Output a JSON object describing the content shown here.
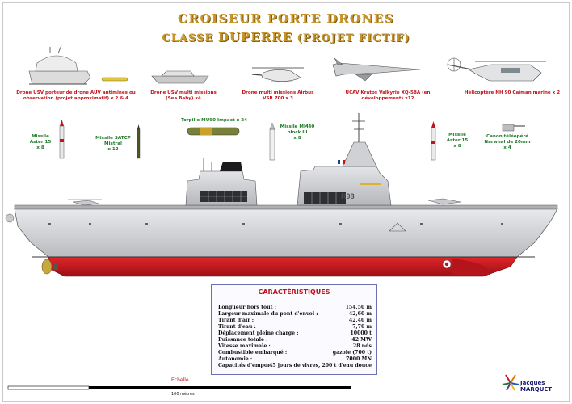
{
  "title": {
    "line1": "Croiseur porte drones",
    "line2_prefix": "classe ",
    "line2_name": "DUPERRE",
    "line2_suffix": " (projet fictif)"
  },
  "equipment_top": [
    {
      "label": "Drone USV porteur de drone AUV antimines ou observation (projet approximatif) x 2 & 4"
    },
    {
      "label": "Drone USV multi missions (Sea Baby) x4"
    },
    {
      "label": "Drone multi missions Airbus VSR 700 x 3"
    },
    {
      "label": "UCAV Kratos Valkyrie XQ-58A (en développement) x12"
    },
    {
      "label": "Hélicoptère NH 90 Caïman marine x 2"
    }
  ],
  "weapons": [
    {
      "name": "Missile",
      "line2": "Aster 15",
      "line3": "x 8"
    },
    {
      "name": "Missile SATCP",
      "line2": "Mistral",
      "line3": "x 12"
    },
    {
      "name": "Torpille MU90 Impact x 24",
      "line2": "",
      "line3": ""
    },
    {
      "name": "Missile MM40",
      "line2": "block III",
      "line3": "x 8"
    },
    {
      "name": "Missile",
      "line2": "Aster 15",
      "line3": "x 8"
    },
    {
      "name": "Canon téléopéré",
      "line2": "Narwhal de 20mm",
      "line3": "x 4"
    }
  ],
  "hull_number": "R98",
  "characteristics": {
    "title": "Caractéristiques",
    "rows": [
      {
        "k": "Longueur hors tout :",
        "v": "154,50 m"
      },
      {
        "k": "Largeur maximale du pont d'envol :",
        "v": "42,60 m"
      },
      {
        "k": "Tirant d'air :",
        "v": "42,40 m"
      },
      {
        "k": "Tirant d'eau :",
        "v": "7,70 m"
      },
      {
        "k": "Déplacement pleine charge :",
        "v": "10000 t"
      },
      {
        "k": "Puissance totale :",
        "v": "42 MW"
      },
      {
        "k": "Vitesse maximale :",
        "v": "28 nds"
      },
      {
        "k": "Combustible embarqué :",
        "v": "gazole (700 t)"
      },
      {
        "k": "Autonomie :",
        "v": "7000 MN"
      },
      {
        "k": "Capacités d'emport :",
        "v": "45 jours de vivres, 200 t d'eau douce"
      }
    ]
  },
  "scale": {
    "label": "Echelle",
    "distance": "100 mètres"
  },
  "author": "Jacques MARQUET",
  "colors": {
    "title_gold": "#c8952a",
    "label_red": "#c0141c",
    "label_green": "#1f7a2a",
    "hull_red": "#c9151d",
    "hull_grey": "#d2d3d6"
  }
}
